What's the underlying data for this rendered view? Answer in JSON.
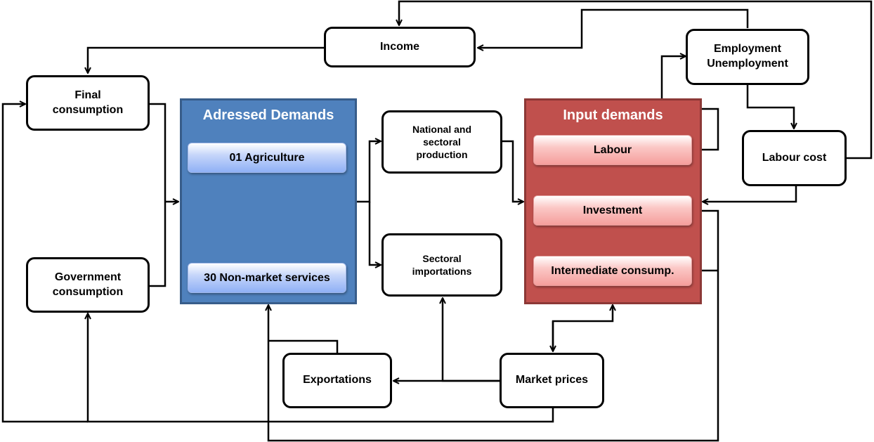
{
  "boxes": {
    "income": "Income",
    "employment": "Employment\nUnemployment",
    "final_consumption": "Final\nconsumption",
    "government_consumption": "Government\nconsumption",
    "national_production": "National and\nsectoral\nproduction",
    "sectoral_importations": "Sectoral\nimportations",
    "labour_cost": "Labour cost",
    "exportations": "Exportations",
    "market_prices": "Market prices"
  },
  "adressed_demands": {
    "title": "Adressed Demands",
    "items": [
      "01 Agriculture",
      "30 Non-market services"
    ]
  },
  "input_demands": {
    "title": "Input demands",
    "items": [
      "Labour",
      "Investment",
      "Intermediate consump."
    ]
  },
  "colors": {
    "adressed_panel": "#4f81bd",
    "input_panel": "#c0504d",
    "adressed_item": "#a9c2f7",
    "input_item": "#f8b4b2",
    "line": "#000000"
  }
}
